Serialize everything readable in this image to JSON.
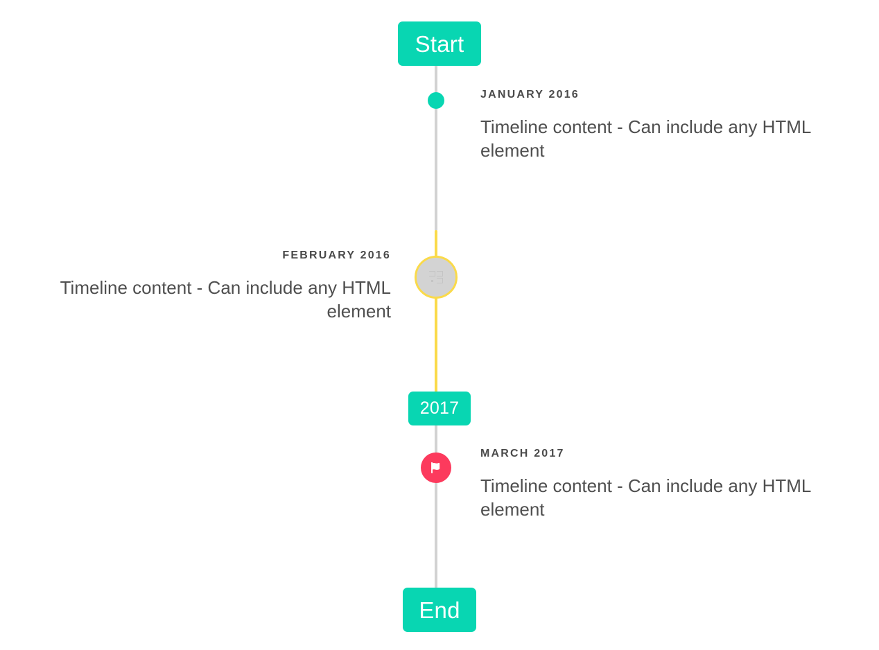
{
  "colors": {
    "accent_teal": "#08d6b2",
    "rail_grey": "#d2d2d2",
    "rail_yellow": "#fada4a",
    "marker_pink": "#fc3a5d",
    "marker_grey": "#d3d3d3",
    "text_dark": "#4a4a4a",
    "text_body": "#4f4f4f",
    "background": "#ffffff"
  },
  "timeline": {
    "start_label": "Start",
    "end_label": "End",
    "year_marker": "2017",
    "events": [
      {
        "id": "january-2016",
        "date": "January 2016",
        "body": "Timeline content - Can include any HTML element",
        "side": "right",
        "marker": "dot-marker",
        "marker_color": "#08d6b2"
      },
      {
        "id": "february-2016",
        "date": "February 2016",
        "body": "Timeline content - Can include any HTML element",
        "side": "left",
        "marker": "broken-image-icon",
        "marker_color": "#d3d3d3",
        "marker_ring": "#fada4a"
      },
      {
        "id": "march-2017",
        "date": "March 2017",
        "body": "Timeline content - Can include any HTML element",
        "side": "right",
        "marker": "flag-icon",
        "marker_color": "#fc3a5d"
      }
    ]
  }
}
